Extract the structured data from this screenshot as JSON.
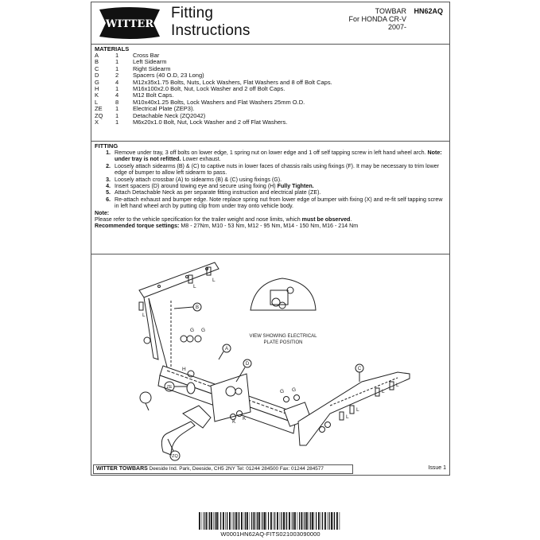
{
  "header": {
    "brand": "WITTER",
    "title_line1": "Fitting",
    "title_line2": "Instructions",
    "product_type": "TOWBAR",
    "vehicle": "For HONDA CR-V",
    "year": "2007-",
    "part_code": "HN62AQ"
  },
  "materials": {
    "title": "MATERIALS",
    "items": [
      {
        "letter": "A",
        "qty": "1",
        "desc": "Cross Bar"
      },
      {
        "letter": "B",
        "qty": "1",
        "desc": "Left Sidearm"
      },
      {
        "letter": "C",
        "qty": "1",
        "desc": "Right Sidearm"
      },
      {
        "letter": "D",
        "qty": "2",
        "desc": "Spacers (40 O.D, 23 Long)"
      },
      {
        "letter": "G",
        "qty": "4",
        "desc": "M12x35x1.75 Bolts, Nuts, Lock Washers, Flat Washers and 8 off Bolt Caps."
      },
      {
        "letter": "H",
        "qty": "1",
        "desc": "M16x100x2.0 Bolt, Nut, Lock Washer and 2 off Bolt Caps."
      },
      {
        "letter": "K",
        "qty": "4",
        "desc": "M12 Bolt Caps."
      },
      {
        "letter": "L",
        "qty": "8",
        "desc": "M10x40x1.25 Bolts, Lock Washers and Flat Washers 25mm O.D."
      },
      {
        "letter": "ZE",
        "qty": "1",
        "desc": "Electrical Plate (ZEP3)."
      },
      {
        "letter": "ZQ",
        "qty": "1",
        "desc": "Detachable Neck (ZQ2042)"
      },
      {
        "letter": "X",
        "qty": "1",
        "desc": "M6x20x1.0 Bolt, Nut, Lock Washer and 2 off Flat Washers."
      }
    ]
  },
  "fitting": {
    "title": "FITTING",
    "steps": [
      {
        "num": "1.",
        "text_a": "Remove under tray, 3 off bolts on lower edge, 1 spring nut on lower  edge and 1 off self tapping screw in left hand wheel arch. ",
        "bold": "Note: under tray is not refitted.",
        "text_b": " Lower exhaust."
      },
      {
        "num": "2.",
        "text_a": "Loosely attach sidearms (B) & (C) to captive nuts in lower faces of chassis rails using fixings (F). It may be necessary to trim lower edge of bumper to allow left sidearm to pass.",
        "bold": "",
        "text_b": ""
      },
      {
        "num": "3.",
        "text_a": "Loosely attach crossbar (A) to sidearms (B) & (C) using fixings (G).",
        "bold": "",
        "text_b": ""
      },
      {
        "num": "4.",
        "text_a": "Insert spacers (D) around towing eye and secure using fixing (H) ",
        "bold": "Fully Tighten.",
        "text_b": ""
      },
      {
        "num": "5.",
        "text_a": "Attach Detachable Neck as per separate fitting instruction and electrical plate (ZE).",
        "bold": "",
        "text_b": ""
      },
      {
        "num": "6.",
        "text_a": "Re-attach exhaust and bumper edge. Note replace spring nut from lower edge of bumper with fixing (X) and re-fit self tapping screw  in left hand wheel arch by putting clip from under tray onto vehicle body.",
        "bold": "",
        "text_b": ""
      }
    ],
    "note_title": "Note:",
    "note_text": "Please refer to the vehicle specification for the trailer weight and nose limits, which ",
    "note_bold": "must be observed",
    "note_end": ".",
    "torque_label": "Recommended torque settings:",
    "torque_values": " M8 - 27Nm, M10 - 53 Nm, M12 - 95 Nm, M14 - 150 Nm, M16 - 214 Nm"
  },
  "diagram": {
    "inset_caption_line1": "VIEW SHOWING ELECTRICAL",
    "inset_caption_line2": "PLATE POSITION",
    "callouts": [
      "A",
      "B",
      "C",
      "D",
      "ZE",
      "ZQ"
    ],
    "labels": [
      "L",
      "G",
      "H",
      "K"
    ]
  },
  "footer": {
    "company": "WITTER TOWBARS",
    "address": " Deeside Ind. Park, Deeside, CH5 2NY   Tel: 01244 284500   Fax: 01244 284577",
    "issue": "Issue 1"
  },
  "barcode": {
    "text": "W0001HN62AQ-FITS021003090000"
  }
}
